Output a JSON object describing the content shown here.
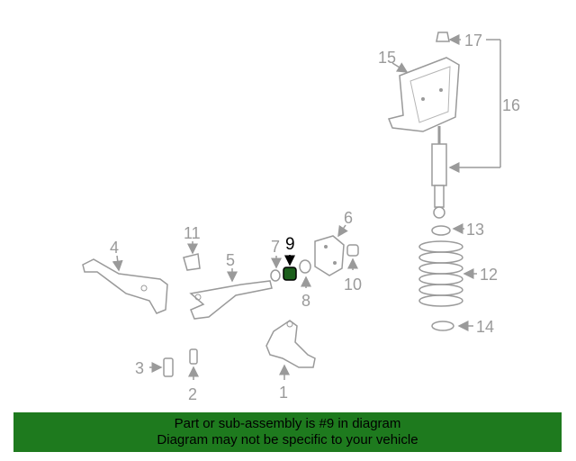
{
  "diagram": {
    "labels": {
      "p1": "1",
      "p2": "2",
      "p3": "3",
      "p4": "4",
      "p5": "5",
      "p6": "6",
      "p7": "7",
      "p8": "8",
      "p9": "9",
      "p10": "10",
      "p11": "11",
      "p12": "12",
      "p13": "13",
      "p14": "14",
      "p15": "15",
      "p16": "16",
      "p17": "17"
    },
    "highlighted_part": "9"
  },
  "footer": {
    "line1": "Part or sub-assembly is #9 in diagram",
    "line2": "Diagram may not be specific to your vehicle"
  },
  "colors": {
    "footer_bg": "#1e7a1e",
    "part_stroke": "#9a9a9a",
    "highlight": "#000000"
  }
}
